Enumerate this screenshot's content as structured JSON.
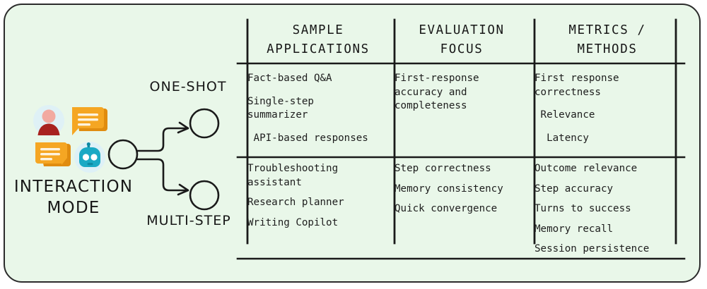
{
  "diagram": {
    "background_color": "#e9f7e9",
    "border_color": "#2b2b2b",
    "left_block": {
      "title_line1": "INTERACTION",
      "title_line2": "MODE",
      "branch_top_label": "ONE-SHOT",
      "branch_bottom_label": "MULTI-STEP",
      "icons": [
        {
          "name": "user-avatar-icon",
          "colors": [
            "#f2a9a0",
            "#a8221f",
            "#dbeffa"
          ]
        },
        {
          "name": "chat-bubble-icon",
          "colors": [
            "#f5a623",
            "#e08c10"
          ]
        },
        {
          "name": "chat-bubble-left-icon",
          "colors": [
            "#f5a623",
            "#e08c10"
          ]
        },
        {
          "name": "robot-bot-icon",
          "colors": [
            "#1aa9c4",
            "#0e8aa3",
            "#dbeffa"
          ]
        }
      ],
      "nodes": [
        {
          "name": "root-node",
          "label": ""
        },
        {
          "name": "one-shot-node",
          "label": ""
        },
        {
          "name": "multi-step-node",
          "label": ""
        }
      ]
    },
    "table": {
      "columns": [
        {
          "id": "sample-applications",
          "header_line1": "SAMPLE",
          "header_line2": "APPLICATIONS"
        },
        {
          "id": "evaluation-focus",
          "header_line1": "EVALUATION",
          "header_line2": "FOCUS"
        },
        {
          "id": "metrics-methods",
          "header_line1": "METRICS /",
          "header_line2": "METHODS"
        }
      ],
      "rows": [
        {
          "id": "one-shot-row",
          "cells": [
            [
              "Fact-based Q&A",
              "Single-step\nsummarizer",
              " API-based responses"
            ],
            [
              "First-response\naccuracy and\ncompleteness"
            ],
            [
              "First response\ncorrectness",
              " Relevance",
              "  Latency"
            ]
          ]
        },
        {
          "id": "multi-step-row",
          "cells": [
            [
              "Troubleshooting\nassistant",
              "Research planner",
              "Writing Copilot"
            ],
            [
              "Step correctness",
              "Memory consistency",
              "Quick convergence"
            ],
            [
              "Outcome relevance",
              "Step accuracy",
              "Turns to success",
              "Memory recall",
              "Session persistence"
            ]
          ]
        }
      ]
    }
  }
}
